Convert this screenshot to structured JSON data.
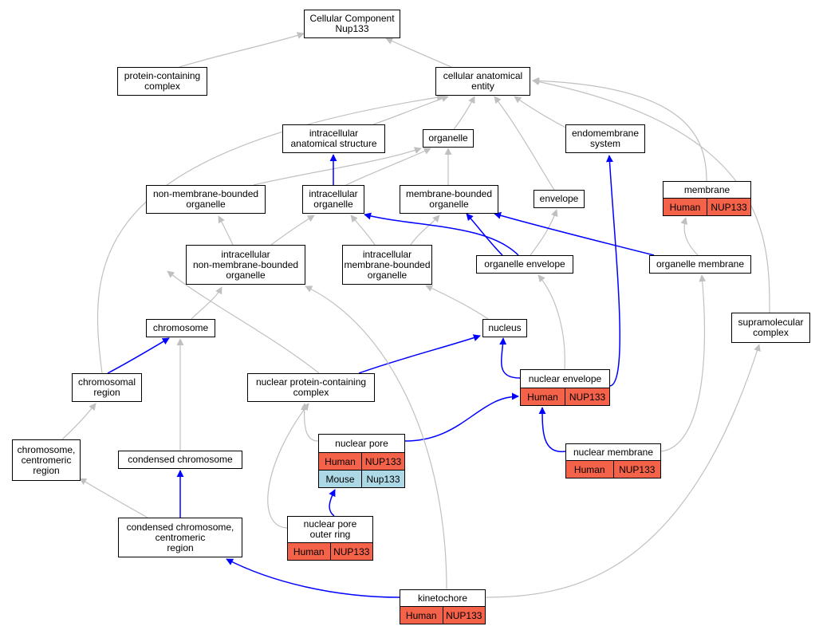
{
  "colors": {
    "edge_isa": "#c0c0c0",
    "edge_partof": "#0000ff",
    "human_row": "#f4624a",
    "mouse_row": "#add8e6"
  },
  "nodes": {
    "root": {
      "label": "Cellular Component\nNup133",
      "rows": []
    },
    "pcc": {
      "label": "protein-containing\ncomplex",
      "rows": []
    },
    "cae": {
      "label": "cellular anatomical\nentity",
      "rows": []
    },
    "ias": {
      "label": "intracellular\nanatomical structure",
      "rows": []
    },
    "organelle": {
      "label": "organelle",
      "rows": []
    },
    "endo": {
      "label": "endomembrane\nsystem",
      "rows": []
    },
    "nmbo": {
      "label": "non-membrane-bounded\norganelle",
      "rows": []
    },
    "io": {
      "label": "intracellular\norganelle",
      "rows": []
    },
    "mbo": {
      "label": "membrane-bounded\norganelle",
      "rows": []
    },
    "envelope": {
      "label": "envelope",
      "rows": []
    },
    "membrane": {
      "label": "membrane",
      "rows": [
        {
          "species": "Human",
          "gene": "NUP133"
        }
      ]
    },
    "inmbo": {
      "label": "intracellular\nnon-membrane-bounded\norganelle",
      "rows": []
    },
    "imbo": {
      "label": "intracellular\nmembrane-bounded\norganelle",
      "rows": []
    },
    "oenv": {
      "label": "organelle envelope",
      "rows": []
    },
    "omem": {
      "label": "organelle membrane",
      "rows": []
    },
    "chromosome": {
      "label": "chromosome",
      "rows": []
    },
    "nucleus": {
      "label": "nucleus",
      "rows": []
    },
    "supra": {
      "label": "supramolecular\ncomplex",
      "rows": []
    },
    "chrreg": {
      "label": "chromosomal\nregion",
      "rows": []
    },
    "npcc": {
      "label": "nuclear protein-containing\ncomplex",
      "rows": []
    },
    "nenv": {
      "label": "nuclear envelope",
      "rows": [
        {
          "species": "Human",
          "gene": "NUP133"
        }
      ]
    },
    "chrcen": {
      "label": "chromosome,\ncentromeric\nregion",
      "rows": []
    },
    "npore": {
      "label": "nuclear pore",
      "rows": [
        {
          "species": "Human",
          "gene": "NUP133"
        },
        {
          "species": "Mouse",
          "gene": "Nup133"
        }
      ]
    },
    "nmem": {
      "label": "nuclear membrane",
      "rows": [
        {
          "species": "Human",
          "gene": "NUP133"
        }
      ]
    },
    "condchr": {
      "label": "condensed chromosome",
      "rows": []
    },
    "ccr": {
      "label": "condensed chromosome,\ncentromeric\nregion",
      "rows": []
    },
    "npor": {
      "label": "nuclear pore\nouter ring",
      "rows": [
        {
          "species": "Human",
          "gene": "NUP133"
        }
      ]
    },
    "kineto": {
      "label": "kinetochore",
      "rows": [
        {
          "species": "Human",
          "gene": "NUP133"
        }
      ]
    }
  },
  "edges": [
    {
      "from": "pcc",
      "to": "root",
      "type": "is_a"
    },
    {
      "from": "cae",
      "to": "root",
      "type": "is_a"
    },
    {
      "from": "ias",
      "to": "cae",
      "type": "is_a"
    },
    {
      "from": "organelle",
      "to": "cae",
      "type": "is_a"
    },
    {
      "from": "endo",
      "to": "cae",
      "type": "is_a"
    },
    {
      "from": "membrane",
      "to": "cae",
      "type": "is_a"
    },
    {
      "from": "envelope",
      "to": "cae",
      "type": "is_a"
    },
    {
      "from": "chrreg",
      "to": "cae",
      "type": "is_a"
    },
    {
      "from": "supra",
      "to": "cae",
      "type": "is_a"
    },
    {
      "from": "nmbo",
      "to": "organelle",
      "type": "is_a"
    },
    {
      "from": "io",
      "to": "organelle",
      "type": "is_a"
    },
    {
      "from": "mbo",
      "to": "organelle",
      "type": "is_a"
    },
    {
      "from": "io",
      "to": "ias",
      "type": "part_of"
    },
    {
      "from": "inmbo",
      "to": "nmbo",
      "type": "is_a"
    },
    {
      "from": "inmbo",
      "to": "io",
      "type": "is_a"
    },
    {
      "from": "imbo",
      "to": "io",
      "type": "is_a"
    },
    {
      "from": "imbo",
      "to": "mbo",
      "type": "is_a"
    },
    {
      "from": "oenv",
      "to": "io",
      "type": "part_of"
    },
    {
      "from": "oenv",
      "to": "mbo",
      "type": "part_of"
    },
    {
      "from": "oenv",
      "to": "envelope",
      "type": "is_a"
    },
    {
      "from": "omem",
      "to": "mbo",
      "type": "part_of"
    },
    {
      "from": "omem",
      "to": "membrane",
      "type": "is_a"
    },
    {
      "from": "chromosome",
      "to": "inmbo",
      "type": "is_a"
    },
    {
      "from": "nucleus",
      "to": "imbo",
      "type": "is_a"
    },
    {
      "from": "npcc",
      "to": "pcc",
      "type": "is_a"
    },
    {
      "from": "npcc",
      "to": "nucleus",
      "type": "part_of"
    },
    {
      "from": "chrreg",
      "to": "chromosome",
      "type": "part_of"
    },
    {
      "from": "nenv",
      "to": "nucleus",
      "type": "part_of"
    },
    {
      "from": "nenv",
      "to": "oenv",
      "type": "is_a"
    },
    {
      "from": "nenv",
      "to": "endo",
      "type": "part_of"
    },
    {
      "from": "chrcen",
      "to": "chrreg",
      "type": "is_a"
    },
    {
      "from": "npore",
      "to": "npcc",
      "type": "is_a"
    },
    {
      "from": "npore",
      "to": "nenv",
      "type": "part_of"
    },
    {
      "from": "nmem",
      "to": "nenv",
      "type": "part_of"
    },
    {
      "from": "nmem",
      "to": "omem",
      "type": "is_a"
    },
    {
      "from": "condchr",
      "to": "chromosome",
      "type": "is_a"
    },
    {
      "from": "ccr",
      "to": "chrcen",
      "type": "is_a"
    },
    {
      "from": "ccr",
      "to": "condchr",
      "type": "part_of"
    },
    {
      "from": "npor",
      "to": "npcc",
      "type": "is_a"
    },
    {
      "from": "npor",
      "to": "npore",
      "type": "part_of"
    },
    {
      "from": "kineto",
      "to": "ccr",
      "type": "part_of"
    },
    {
      "from": "kineto",
      "to": "inmbo",
      "type": "is_a"
    },
    {
      "from": "kineto",
      "to": "supra",
      "type": "is_a"
    }
  ]
}
